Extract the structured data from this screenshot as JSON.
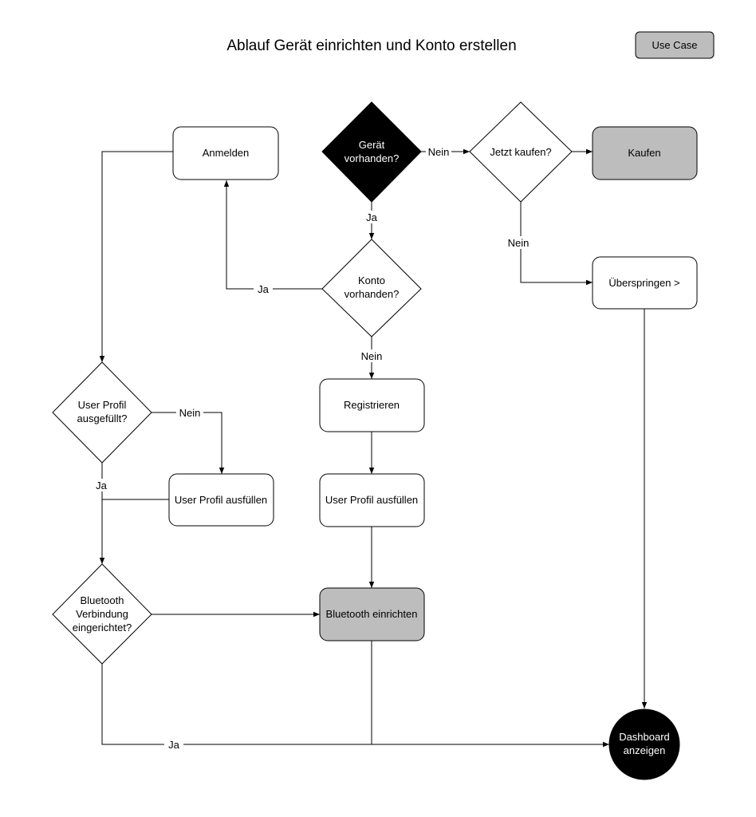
{
  "title": "Ablauf Gerät einrichten und Konto erstellen",
  "legend": {
    "use_case": "Use Case",
    "use_case_color": "#bdbdbd"
  },
  "nodes": {
    "anmelden": "Anmelden",
    "geraet_vorhanden": [
      "Gerät",
      "vorhanden?"
    ],
    "jetzt_kaufen": "Jetzt kaufen?",
    "kaufen": "Kaufen",
    "konto_vorhanden": [
      "Konto",
      "vorhanden?"
    ],
    "ueberspringen": "Überspringen >",
    "user_profil_ausgefuellt": [
      "User Profil",
      "ausgefüllt?"
    ],
    "registrieren": "Registrieren",
    "user_profil_ausfuellen_left": "User Profil ausfüllen",
    "user_profil_ausfuellen_mid": "User Profil ausfüllen",
    "bluetooth_verbindung": [
      "Bluetooth",
      "Verbindung",
      "eingerichtet?"
    ],
    "bluetooth_einrichten": "Bluetooth einrichten",
    "dashboard": [
      "Dashboard",
      "anzeigen"
    ]
  },
  "edge_labels": {
    "geraet_nein": "Nein",
    "geraet_ja": "Ja",
    "konto_ja": "Ja",
    "konto_nein": "Nein",
    "kaufen_nein": "Nein",
    "profil_nein": "Nein",
    "profil_ja": "Ja",
    "bluetooth_ja": "Ja"
  },
  "colors": {
    "use_case_fill": "#bdbdbd",
    "decision_dark": "#000000",
    "terminal_dark": "#000000",
    "default_fill": "#ffffff"
  }
}
